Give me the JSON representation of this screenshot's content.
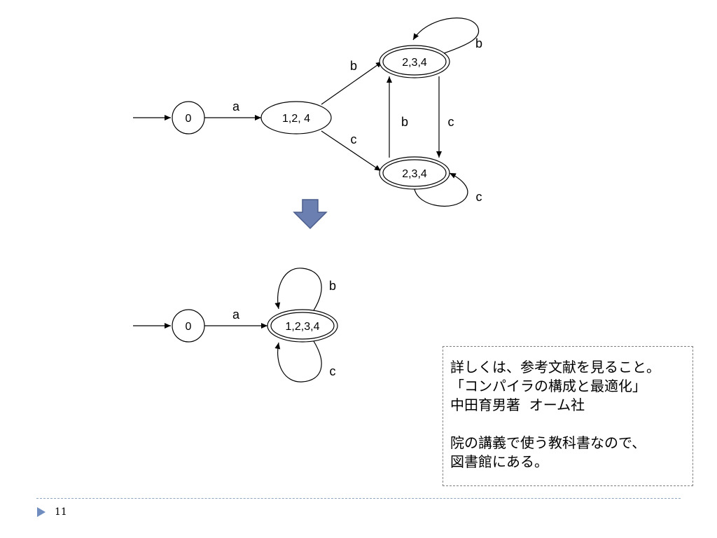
{
  "top_diagram": {
    "states": {
      "s0": "0",
      "s124": "1,2, 4",
      "s234_top": "2,3,4",
      "s234_bottom": "2,3,4"
    },
    "edges": {
      "a": "a",
      "b_up": "b",
      "c_down": "c",
      "b_vertical": "b",
      "c_vertical": "c",
      "b_loop": "b",
      "c_loop": "c"
    }
  },
  "bottom_diagram": {
    "states": {
      "s0": "0",
      "s1234": "1,2,3,4"
    },
    "edges": {
      "a": "a",
      "b_loop": "b",
      "c_loop": "c"
    }
  },
  "note": {
    "line1": "詳しくは、参考文献を見ること。",
    "line2": "「コンパイラの構成と最適化」",
    "line3": "中田育男著  オーム社",
    "line4": "",
    "line5": "院の講義で使う教科書なので、",
    "line6": "図書館にある。"
  },
  "footer": {
    "page_number": "11"
  },
  "colors": {
    "arrow_fill": "#6b7fb0",
    "arrow_stroke": "#4a5d8c",
    "footer_accent": "#6f8dbf"
  }
}
